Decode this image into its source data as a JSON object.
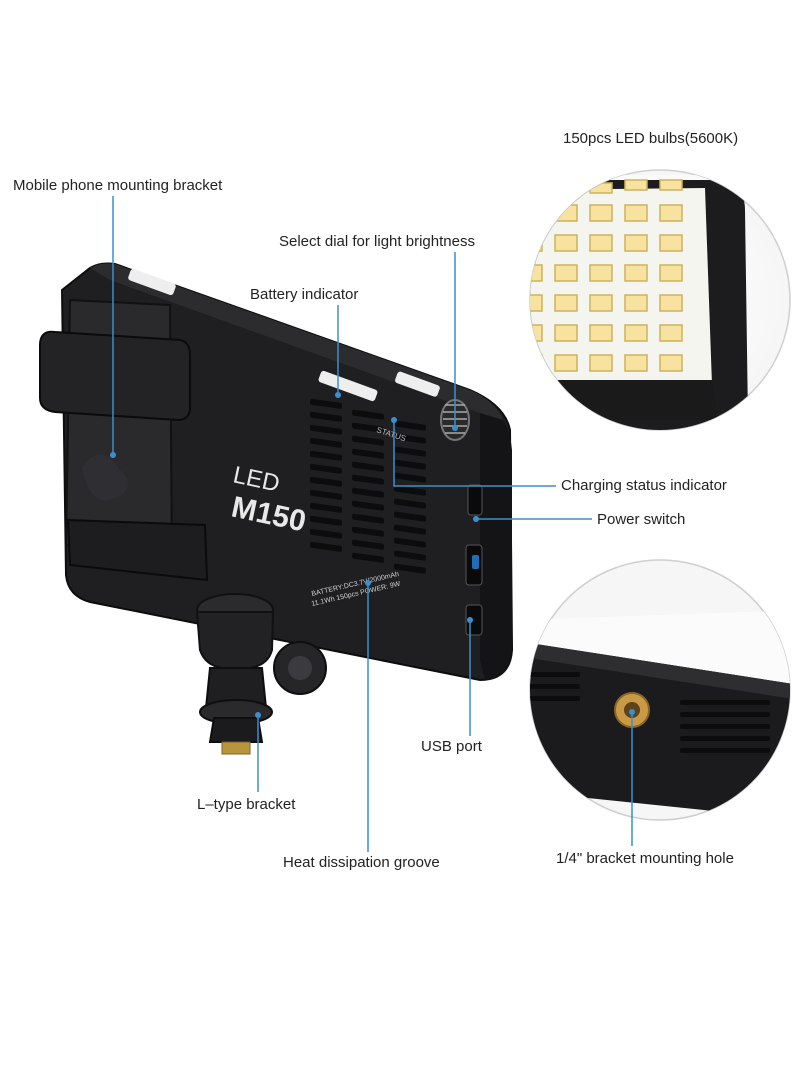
{
  "labels": {
    "led_bulbs": "150pcs LED bulbs(5600K)",
    "phone_bracket": "Mobile phone mounting bracket",
    "select_dial": "Select dial for light brightness",
    "battery_indicator": "Battery indicator",
    "charging_status": "Charging status indicator",
    "power_switch": "Power switch",
    "usb_port": "USB port",
    "l_bracket": "L–type bracket",
    "heat_groove": "Heat dissipation groove",
    "mounting_hole": "1/4\" bracket mounting hole"
  },
  "device": {
    "logo_line1": "LED",
    "logo_line2": "M150",
    "status_text": "STATUS",
    "spec_line1": "BATTERY:DC3.7V/2000mAh",
    "spec_line2": "11.1Wh 150pcs  POWER: 9W"
  },
  "colors": {
    "callout_line": "#3a8fd0",
    "device_body": "#1c1c1e",
    "led_face": "#f2f2ee"
  }
}
